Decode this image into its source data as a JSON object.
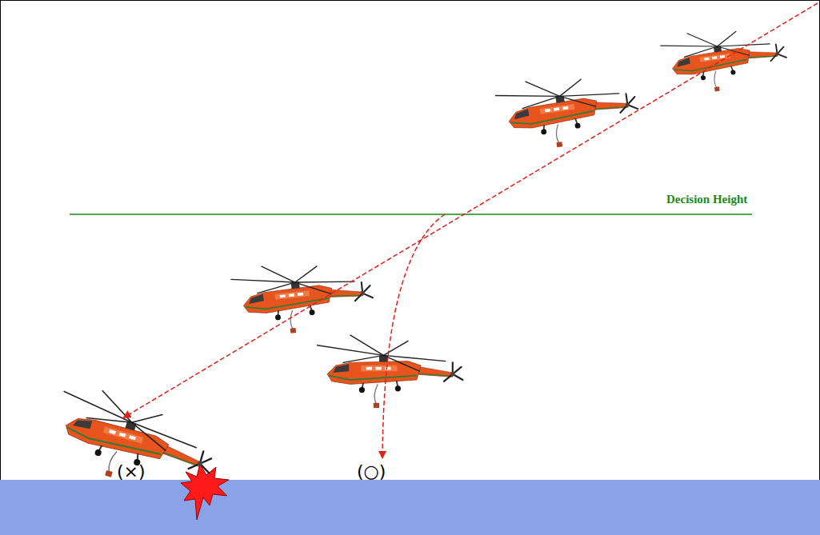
{
  "diagram": {
    "labels": [
      "Decision Height",
      "(×)",
      "(○)"
    ]
  }
}
